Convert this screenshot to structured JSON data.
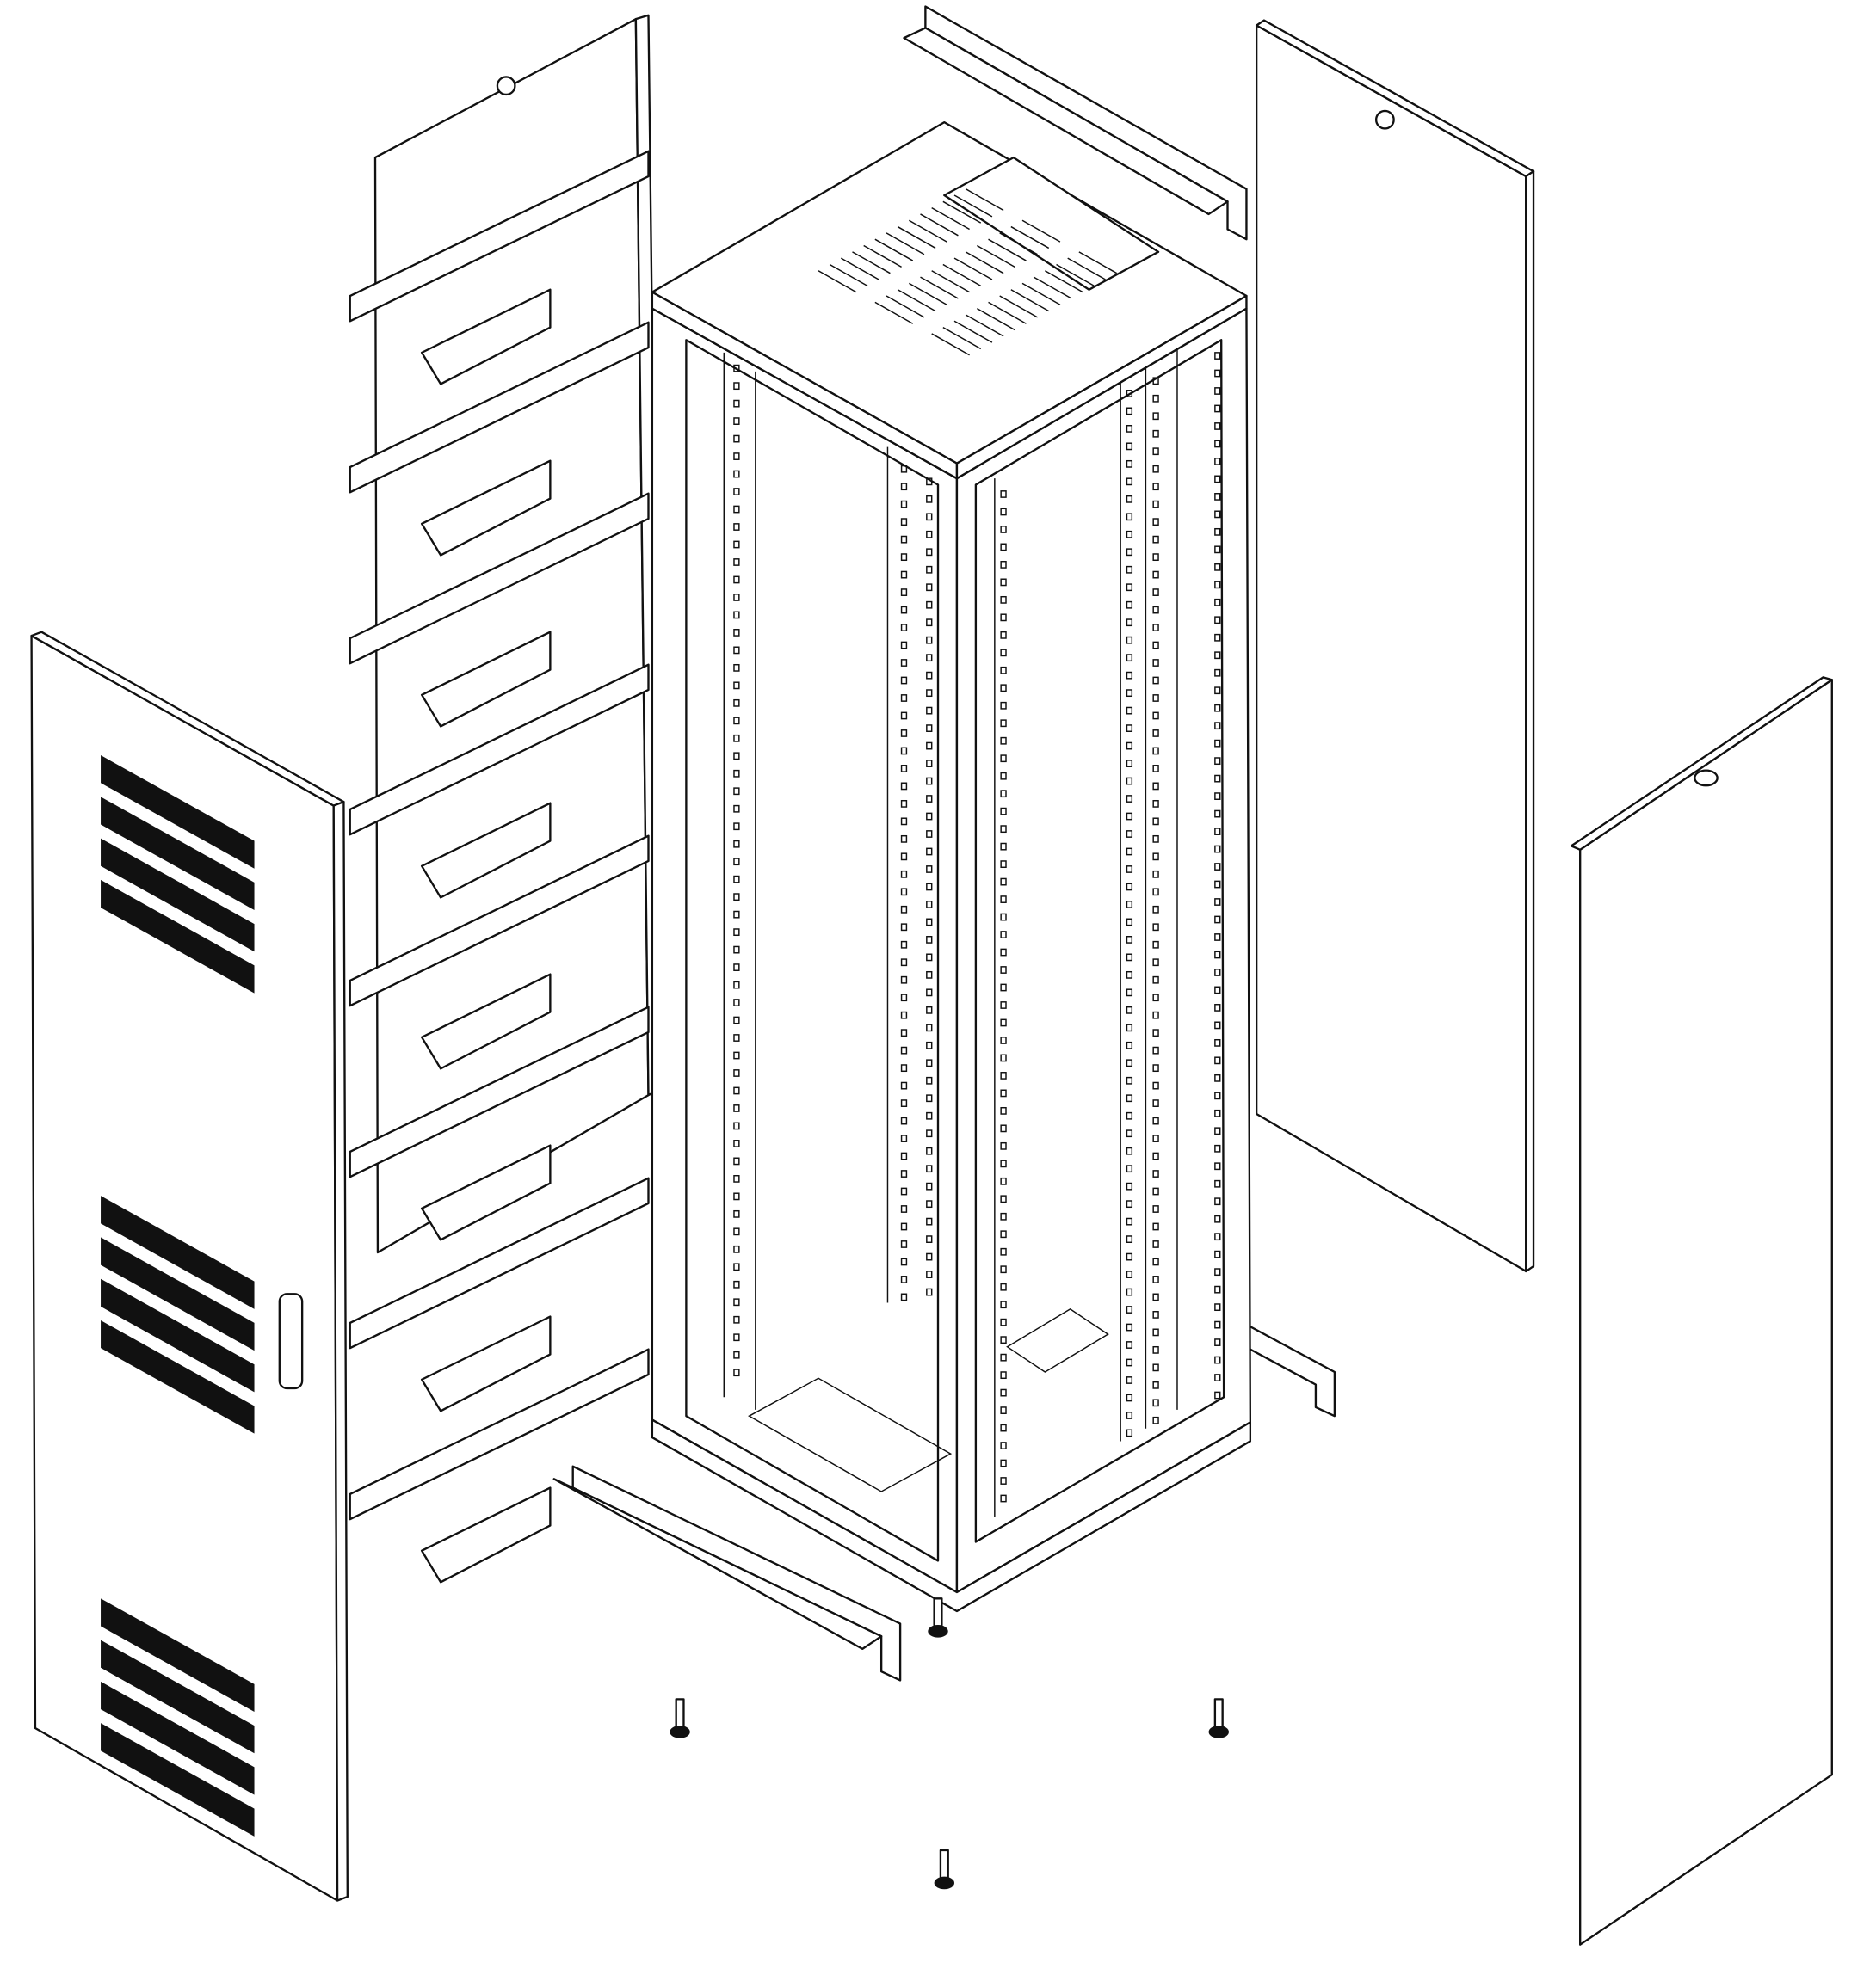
{
  "diagram": {
    "type": "exploded-view line drawing",
    "components": [
      "front-door",
      "rear-door-frame-with-cable-brackets",
      "cabinet-frame",
      "top-cover",
      "side-panel-right-upper",
      "side-panel-right-lower",
      "top-rail",
      "bottom-rails",
      "leveling-feet"
    ],
    "colors": {
      "line": "#111111",
      "fill": "#ffffff",
      "vent": "#111111"
    }
  }
}
